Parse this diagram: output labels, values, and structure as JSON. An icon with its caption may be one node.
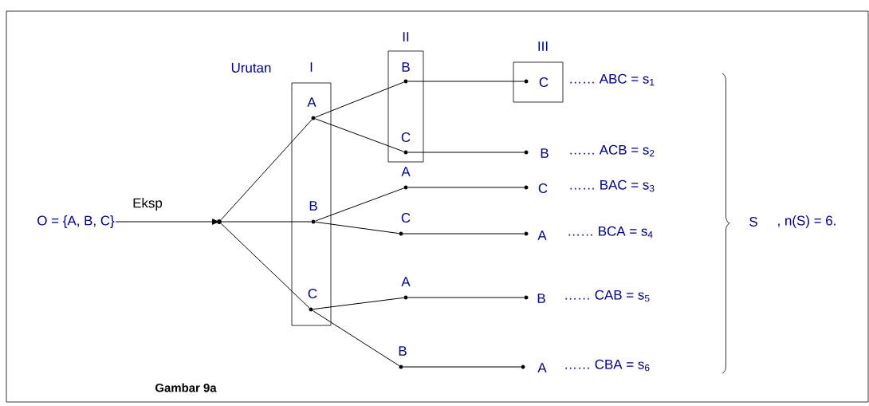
{
  "diagram": {
    "caption": "Gambar 9a",
    "nodes": [
      {
        "text": [
          "O = {A, B, C}"
        ]
      },
      {
        "text": [],
        "shape": "circle"
      },
      {
        "text": [
          "I"
        ]
      },
      {
        "text": [
          "A"
        ],
        "in": 2
      },
      {
        "text": [
          "B"
        ],
        "in": 2
      },
      {
        "text": [
          "C"
        ],
        "in": 2
      },
      {
        "text": [
          "II"
        ]
      },
      {
        "text": [
          "B"
        ],
        "in": 6
      },
      {
        "text": [
          "C"
        ],
        "in": 6
      },
      {
        "text": [
          "A"
        ]
      },
      {
        "text": [
          "C"
        ]
      },
      {
        "text": [
          "A"
        ]
      },
      {
        "text": [
          "B"
        ]
      },
      {
        "text": [
          "III"
        ]
      },
      {
        "text": [
          "C"
        ],
        "in": 13,
        "beside": [
          "…… ABC = s$_{1}$"
        ]
      },
      {
        "text": [
          "B"
        ],
        "beside": [
          "…… ACB = s$_{2}$"
        ]
      },
      {
        "text": [
          "C"
        ],
        "beside": [
          "…… BAC = s$_{3}$"
        ]
      },
      {
        "text": [
          "A"
        ],
        "beside": [
          "…… BCA = s$_{4}$"
        ]
      },
      {
        "text": [
          "B"
        ],
        "beside": [
          "…… CAB = s$_{5}$"
        ]
      },
      {
        "text": [
          "A"
        ],
        "beside": [
          "…… CBA = s$_{6}$"
        ]
      }
    ],
    "edges": [
      {
        "from": 0,
        "to": 1,
        "arrow": "to",
        "label": "Eksp"
      },
      {
        "from": 1,
        "to": 3,
        "arrow": "none"
      },
      {
        "from": 1,
        "to": 4,
        "arrow": "none"
      },
      {
        "from": 1,
        "to": 5,
        "arrow": "none"
      },
      {
        "from": 3,
        "to": 7,
        "arrow": "none"
      },
      {
        "from": 3,
        "to": 8,
        "arrow": "none"
      },
      {
        "from": 4,
        "to": 9,
        "arrow": "none"
      },
      {
        "from": 4,
        "to": 10,
        "arrow": "none"
      },
      {
        "from": 5,
        "to": 11,
        "arrow": "none"
      },
      {
        "from": 5,
        "to": 12,
        "arrow": "none"
      },
      {
        "from": 7,
        "to": 14,
        "arrow": "none"
      },
      {
        "from": 8,
        "to": 15,
        "arrow": "none"
      },
      {
        "from": 9,
        "to": 16,
        "arrow": "none"
      },
      {
        "from": 10,
        "to": 17,
        "arrow": "none"
      },
      {
        "from": 11,
        "to": 18,
        "arrow": "none"
      },
      {
        "from": 12,
        "to": 19,
        "arrow": "none"
      }
    ],
    "labels": [
      "Urutan",
      "S",
      ", n(S) = 6."
    ]
  }
}
